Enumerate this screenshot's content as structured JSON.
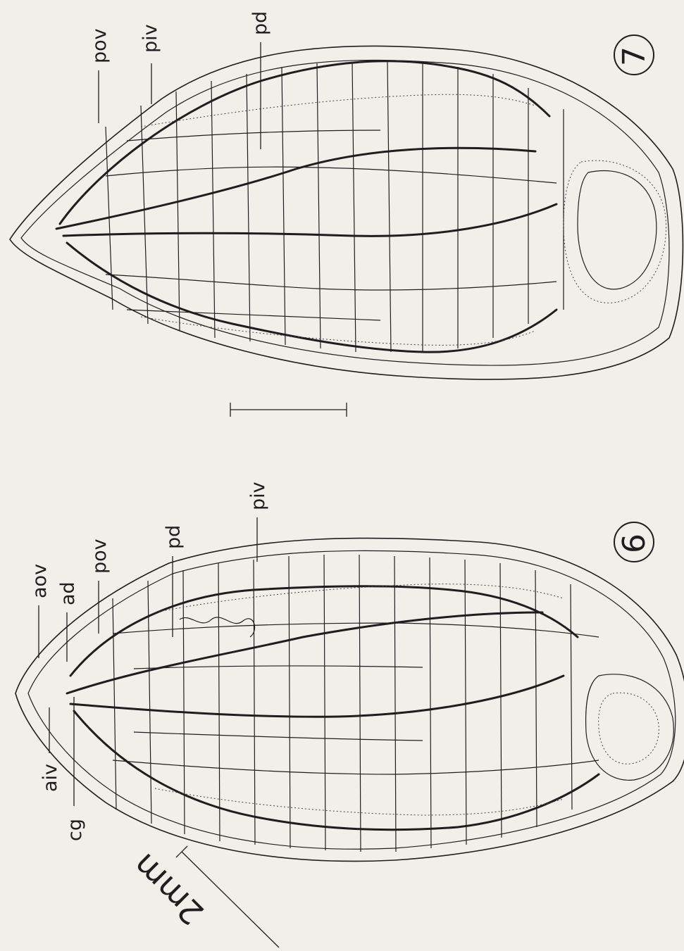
{
  "figures": [
    {
      "number": "7",
      "labels": {
        "pov": "pov",
        "piv": "piv",
        "pd": "pd"
      }
    },
    {
      "number": "6",
      "labels": {
        "aov": "aov",
        "ad": "ad",
        "pov": "pov",
        "pd": "pd",
        "piv": "piv",
        "aiv": "aiv",
        "cg": "cg"
      }
    }
  ],
  "scale_bar": {
    "text": "2mm"
  }
}
